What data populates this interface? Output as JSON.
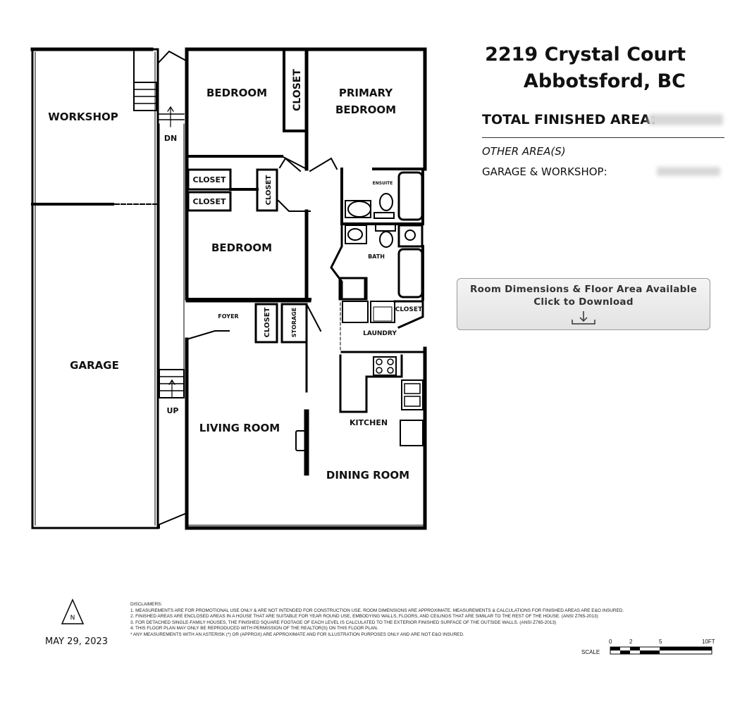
{
  "header": {
    "address_line1": "2219 Crystal Court",
    "address_line2": "Abbotsford, BC"
  },
  "area": {
    "total_label": "TOTAL FINISHED AREA:",
    "other_label": "OTHER AREA(S)",
    "garage_workshop_label": "GARAGE & WORKSHOP:"
  },
  "download": {
    "line1": "Room Dimensions & Floor Area Available",
    "line2": "Click to Download",
    "icon": "download-arrow-icon"
  },
  "rooms": {
    "workshop": "WORKSHOP",
    "garage": "GARAGE",
    "bedroom1": "BEDROOM",
    "closet_vertical": "CLOSET",
    "primary_line1": "PRIMARY",
    "primary_line2": "BEDROOM",
    "closet_a": "CLOSET",
    "closet_b": "CLOSET",
    "closet_hall": "CLOSET",
    "ensuite": "ENSUITE",
    "bedroom2": "BEDROOM",
    "bath": "BATH",
    "foyer": "FOYER",
    "closet_foyer": "CLOSET",
    "storage": "STORAGE",
    "laundry": "LAUNDRY",
    "closet_laundry": "CLOSET",
    "kitchen": "KITCHEN",
    "living_room": "LIVING ROOM",
    "dining_room": "DINING ROOM",
    "stair_dn": "DN",
    "stair_up": "UP"
  },
  "footer": {
    "date": "MAY 29, 2023",
    "north": "N",
    "disclaimer_title": "DISCLAIMERS:",
    "disclaimers": [
      "1. MEASUREMENTS ARE FOR PROMOTIONAL USE ONLY & ARE NOT INTENDED FOR CONSTRUCTION USE. ROOM DIMENSIONS ARE APPROXIMATE. MEASUREMENTS & CALCULATIONS FOR FINISHED AREAS ARE E&O INSURED.",
      "2. FINISHED AREAS ARE ENCLOSED AREAS IN A HOUSE THAT ARE SUITABLE FOR YEAR ROUND USE, EMBODYING WALLS, FLOORS, AND CEILINGS THAT ARE SIMILAR TO THE REST OF THE HOUSE. (ANSI Z765-2013)",
      "3. FOR DETACHED SINGLE-FAMILY HOUSES, THE FINISHED SQUARE FOOTAGE OF EACH LEVEL IS CALCULATED TO THE EXTERIOR FINISHED SURFACE OF THE OUTSIDE WALLS. (ANSI Z765-2013)",
      "4. THIS FLOOR PLAN MAY ONLY BE REPRODUCED WITH PERMISSION OF THE REALTOR(S) ON THIS FLOOR PLAN.",
      "* ANY MEASUREMENTS WITH AN ASTERISK (*) OR (APPROX) ARE APPROXIMATE AND FOR ILLUSTRATION PURPOSES ONLY AND ARE NOT E&O INSURED."
    ],
    "scale_label": "SCALE",
    "scale_ticks": [
      "0",
      "2",
      "5",
      "10FT"
    ]
  }
}
